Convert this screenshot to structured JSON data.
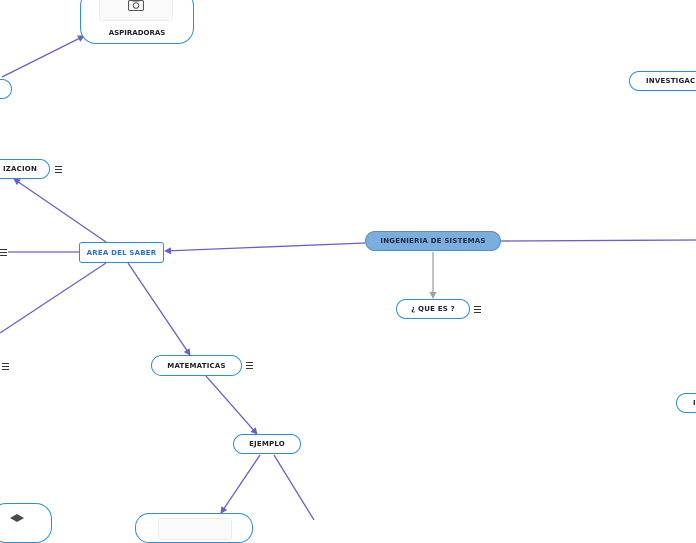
{
  "map": {
    "root": "INGENIERIA DE SISTEMAS",
    "que_es": "¿ QUE ES ?",
    "area_saber": "AREA DEL SABER",
    "organizacion": "IZACION",
    "matematicas": "MATEMATICAS",
    "ejemplo": "EJEMPLO",
    "aspiradoras": "ASPIRADORAS",
    "investigacion": "INVESTIGAC",
    "right_partial": "I"
  },
  "colors": {
    "link": "#6f5cc7",
    "link_grey": "#a0a0a0",
    "node_border": "#2a8fd4",
    "root_fill": "#7aaede"
  },
  "icons": {
    "note": "notes-icon",
    "camera": "camera-icon"
  }
}
